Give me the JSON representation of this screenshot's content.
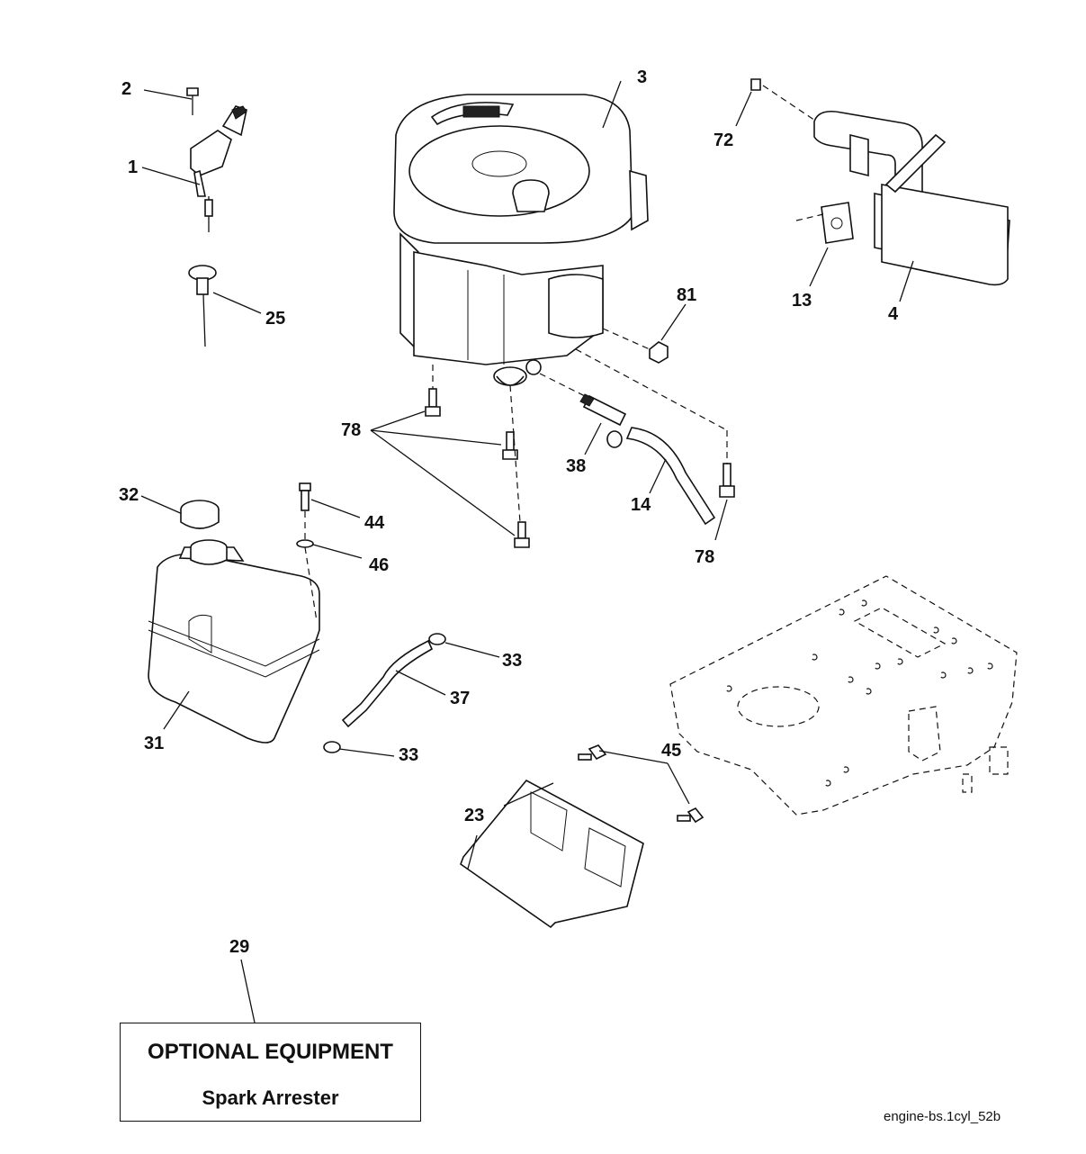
{
  "callouts": {
    "c1": "1",
    "c2": "2",
    "c3": "3",
    "c4": "4",
    "c13": "13",
    "c14": "14",
    "c23": "23",
    "c25": "25",
    "c29": "29",
    "c31": "31",
    "c32": "32",
    "c33a": "33",
    "c33b": "33",
    "c37": "37",
    "c38": "38",
    "c44": "44",
    "c45": "45",
    "c46": "46",
    "c72": "72",
    "c78a": "78",
    "c78b": "78",
    "c81": "81"
  },
  "optional_box": {
    "title": "OPTIONAL EQUIPMENT",
    "subtitle": "Spark Arrester"
  },
  "figure_id": "engine-bs.1cyl_52b"
}
